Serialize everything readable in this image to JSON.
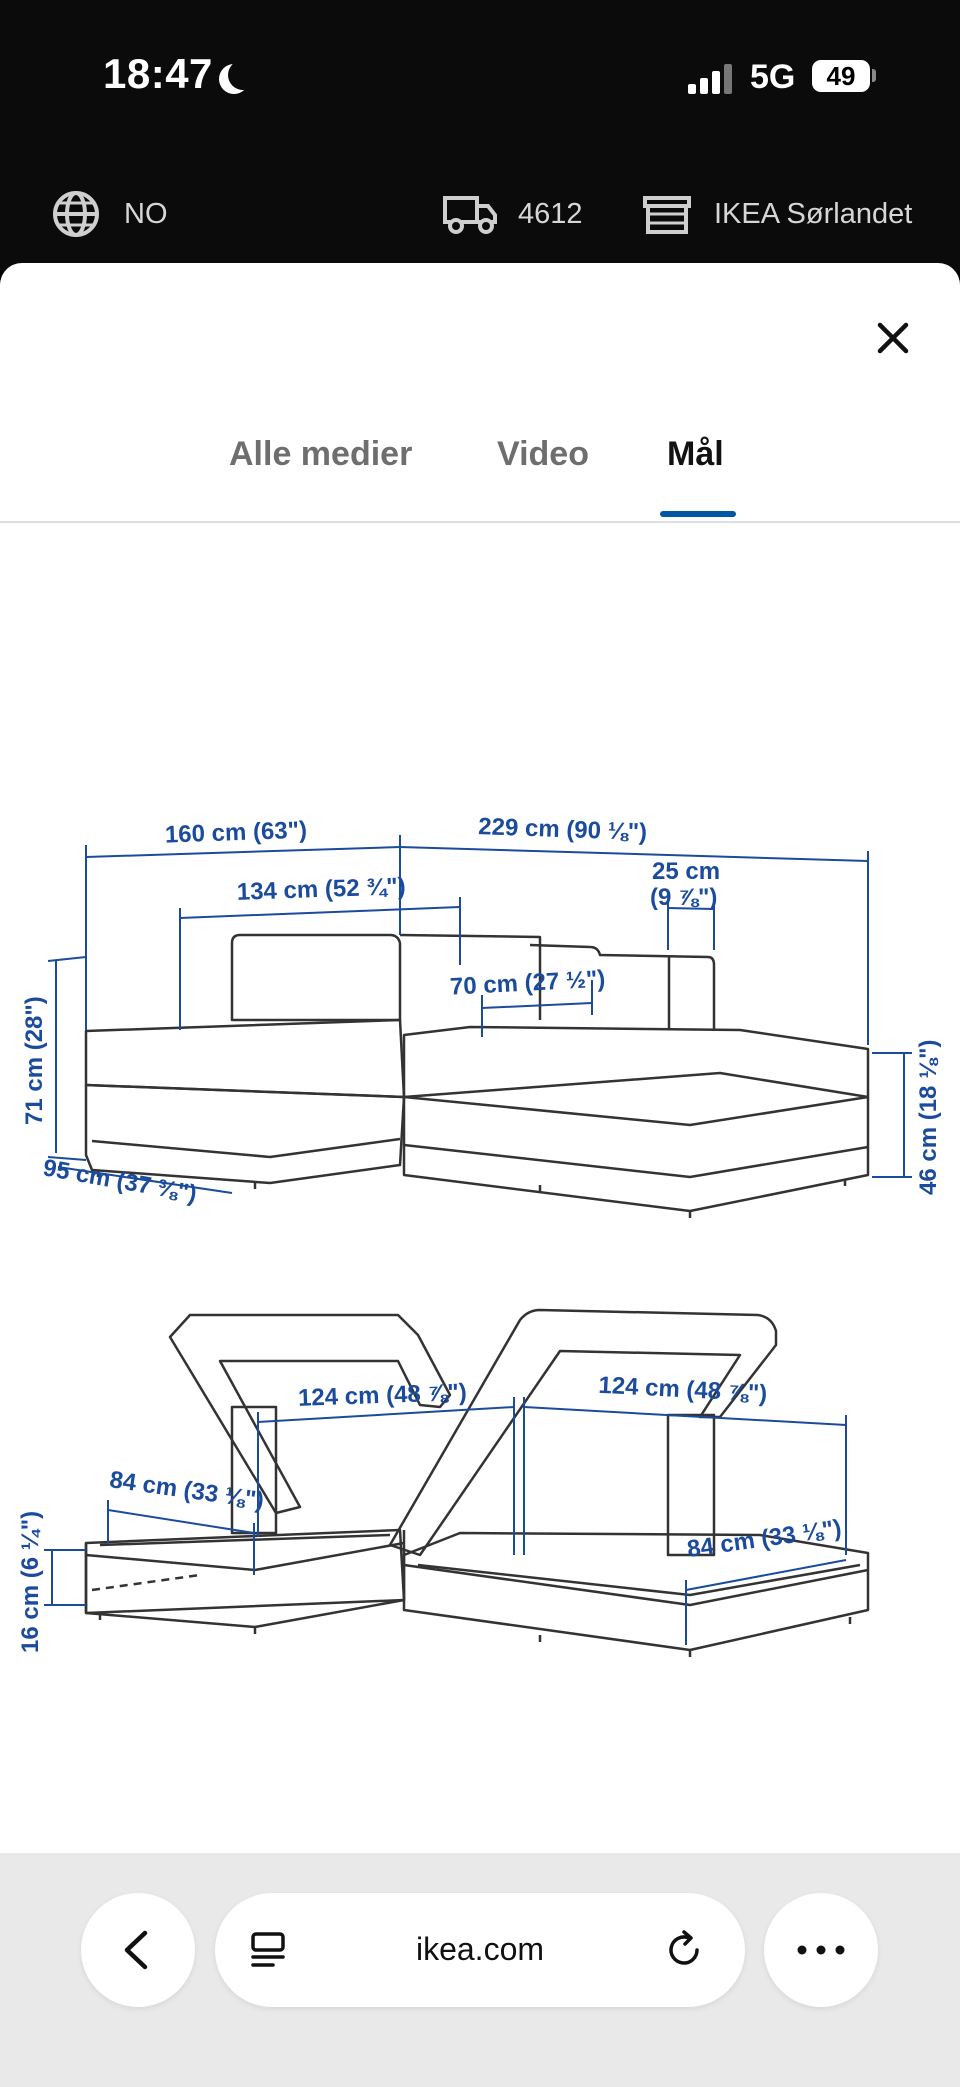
{
  "status_bar": {
    "time": "18:47",
    "network": "5G",
    "battery": "49"
  },
  "ikea_header": {
    "language": "NO",
    "postcode": "4612",
    "store": "IKEA Sørlandet"
  },
  "media_tabs": [
    {
      "label": "Alle medier",
      "active": false
    },
    {
      "label": "Video",
      "active": false
    },
    {
      "label": "Mål",
      "active": true
    }
  ],
  "dimensions": {
    "width_left": "160 cm (63\")",
    "width_right": "229 cm (90 ⅛\")",
    "back_cushion_width": "134 cm (52 ¾\")",
    "armrest_width_1": "25 cm",
    "armrest_width_2": "(9 ⅞\")",
    "seat_module_width": "70 cm (27 ½\")",
    "total_height": "71 cm (28\")",
    "depth": "95 cm (37 ⅜\")",
    "seat_height": "46 cm (18 ⅛\")",
    "storage_length_left": "124 cm (48 ⅞\")",
    "storage_length_right": "124 cm (48 ⅞\")",
    "storage_width_left": "84 cm (33 ⅛\")",
    "storage_width_right": "84 cm (33 ⅛\")",
    "storage_height": "16 cm (6 ¼\")"
  },
  "browser": {
    "url": "ikea.com"
  },
  "colors": {
    "accent": "#0058a3",
    "dimension_lines": "#1a4b9c"
  }
}
